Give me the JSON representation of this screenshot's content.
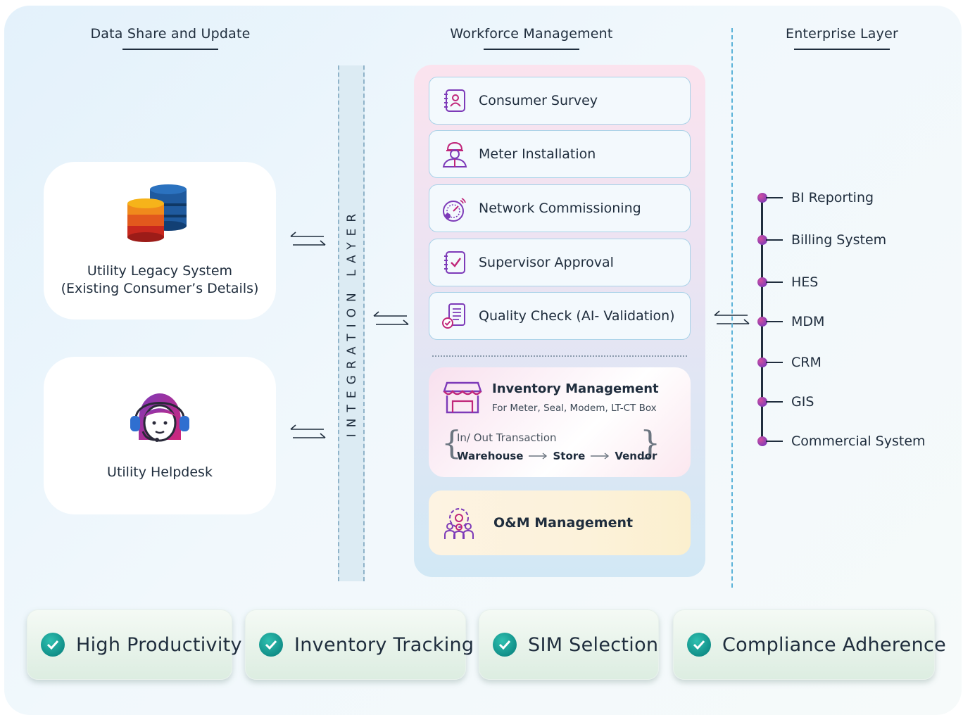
{
  "headings": {
    "data_share": "Data Share and Update",
    "workforce": "Workforce Management",
    "enterprise": "Enterprise Layer"
  },
  "left_cards": {
    "legacy": {
      "line1": "Utility Legacy System",
      "line2": "(Existing Consumer’s Details)"
    },
    "helpdesk": {
      "label": "Utility Helpdesk"
    }
  },
  "integration_layer": {
    "label": "INTEGRATION LAYER"
  },
  "workforce_items": [
    {
      "label": "Consumer Survey",
      "icon": "consumer-survey-icon"
    },
    {
      "label": "Meter Installation",
      "icon": "technician-icon"
    },
    {
      "label": "Network Commissioning",
      "icon": "speedometer-icon"
    },
    {
      "label": "Supervisor Approval",
      "icon": "checklist-icon"
    },
    {
      "label": "Quality Check (AI- Validation)",
      "icon": "quality-check-icon"
    }
  ],
  "inventory": {
    "title": "Inventory Management",
    "subtitle": "For Meter, Seal, Modem, LT-CT Box",
    "transaction_label": "In/ Out Transaction",
    "flow": [
      "Warehouse",
      "Store",
      "Vendor"
    ],
    "icon": "storefront-icon"
  },
  "om": {
    "title": "O&M Management",
    "icon": "team-gear-icon"
  },
  "enterprise_items": [
    "BI Reporting",
    "Billing System",
    "HES",
    "MDM",
    "CRM",
    "GIS",
    "Commercial System"
  ],
  "benefits": [
    "High Productivity",
    "Inventory Tracking",
    "SIM Selection",
    "Compliance Adherence"
  ],
  "colors": {
    "accent_magenta": "#c0267a",
    "accent_purple": "#7d3ab8",
    "check_teal": "#17a59b",
    "dash_blue": "#5ab2d8",
    "text_dark": "#1f2d3d"
  }
}
